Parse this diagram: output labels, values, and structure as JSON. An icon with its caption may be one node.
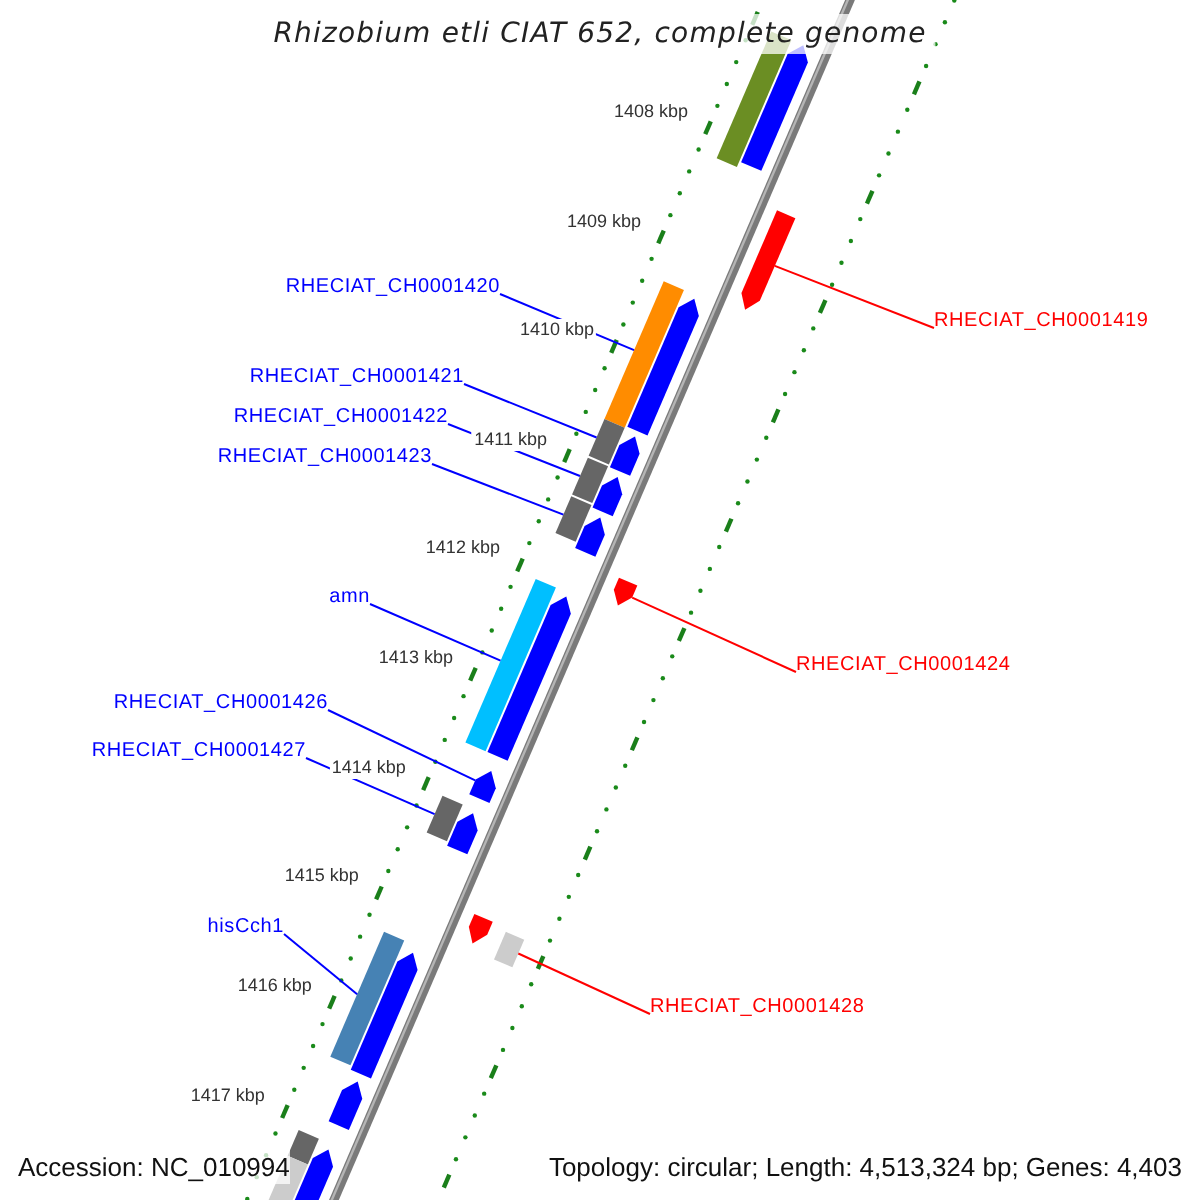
{
  "diagram": {
    "title": "Rhizobium etli CIAT 652, complete genome",
    "nodes": [
      {
        "text": [
          "RHECIAT_CH0001420"
        ]
      },
      {
        "text": [],
        "shape": "bar"
      },
      {
        "text": [
          "RHECIAT_CH0001419"
        ]
      },
      {
        "text": [],
        "shape": "arrow"
      },
      {
        "text": [
          "RHECIAT_CH0001421"
        ]
      },
      {
        "text": [],
        "shape": "bar"
      },
      {
        "text": [
          "RHECIAT_CH0001422"
        ]
      },
      {
        "text": [],
        "shape": "bar"
      },
      {
        "text": [
          "RHECIAT_CH0001423"
        ]
      },
      {
        "text": [],
        "shape": "bar"
      },
      {
        "text": [
          "amn"
        ]
      },
      {
        "text": [],
        "shape": "bar"
      },
      {
        "text": [
          "RHECIAT_CH0001424"
        ]
      },
      {
        "text": [],
        "shape": "arrow"
      },
      {
        "text": [
          "RHECIAT_CH0001426"
        ]
      },
      {
        "text": [],
        "shape": "arrow"
      },
      {
        "text": [
          "RHECIAT_CH0001427"
        ]
      },
      {
        "text": [],
        "shape": "bar"
      },
      {
        "text": [
          "hisCch1"
        ]
      },
      {
        "text": [],
        "shape": "bar"
      },
      {
        "text": [
          "RHECIAT_CH0001428"
        ]
      },
      {
        "text": [],
        "shape": "bar"
      },
      {
        "text": [],
        "shape": "bar"
      },
      {
        "text": [],
        "shape": "arrow"
      },
      {
        "text": [],
        "shape": "arrow"
      },
      {
        "text": [],
        "shape": "arrow"
      },
      {
        "text": [],
        "shape": "arrow"
      },
      {
        "text": [],
        "shape": "arrow"
      },
      {
        "text": [],
        "shape": "arrow"
      },
      {
        "text": [],
        "shape": "arrow"
      },
      {
        "text": [],
        "shape": "arrow"
      },
      {
        "text": [],
        "shape": "arrow"
      },
      {
        "text": [],
        "shape": "arrow"
      },
      {
        "text": [],
        "shape": "bar"
      },
      {
        "text": [],
        "shape": "bar"
      },
      {
        "text": [],
        "shape": "arrow"
      }
    ],
    "edges": [
      {
        "from": 0,
        "to": 1,
        "arrow": "none"
      },
      {
        "from": 2,
        "to": 3,
        "arrow": "none",
        "color": "#ff0000"
      },
      {
        "from": 4,
        "to": 5,
        "arrow": "none"
      },
      {
        "from": 6,
        "to": 7,
        "arrow": "none"
      },
      {
        "from": 8,
        "to": 9,
        "arrow": "none"
      },
      {
        "from": 10,
        "to": 11,
        "arrow": "none"
      },
      {
        "from": 12,
        "to": 13,
        "arrow": "none",
        "color": "#ff0000"
      },
      {
        "from": 14,
        "to": 15,
        "arrow": "none"
      },
      {
        "from": 16,
        "to": 17,
        "arrow": "none"
      },
      {
        "from": 18,
        "to": 19,
        "arrow": "none"
      },
      {
        "from": 20,
        "to": 21,
        "arrow": "none",
        "color": "#ff0000"
      }
    ],
    "labels": [
      "1408 kbp",
      "1409 kbp",
      "1410 kbp",
      "1411 kbp",
      "1412 kbp",
      "1413 kbp",
      "1414 kbp",
      "1415 kbp",
      "1416 kbp",
      "1417 kbp",
      "Accession: NC_010994",
      "Topology: circular; Length: 4,513,324 bp; Genes: 4,403"
    ]
  }
}
